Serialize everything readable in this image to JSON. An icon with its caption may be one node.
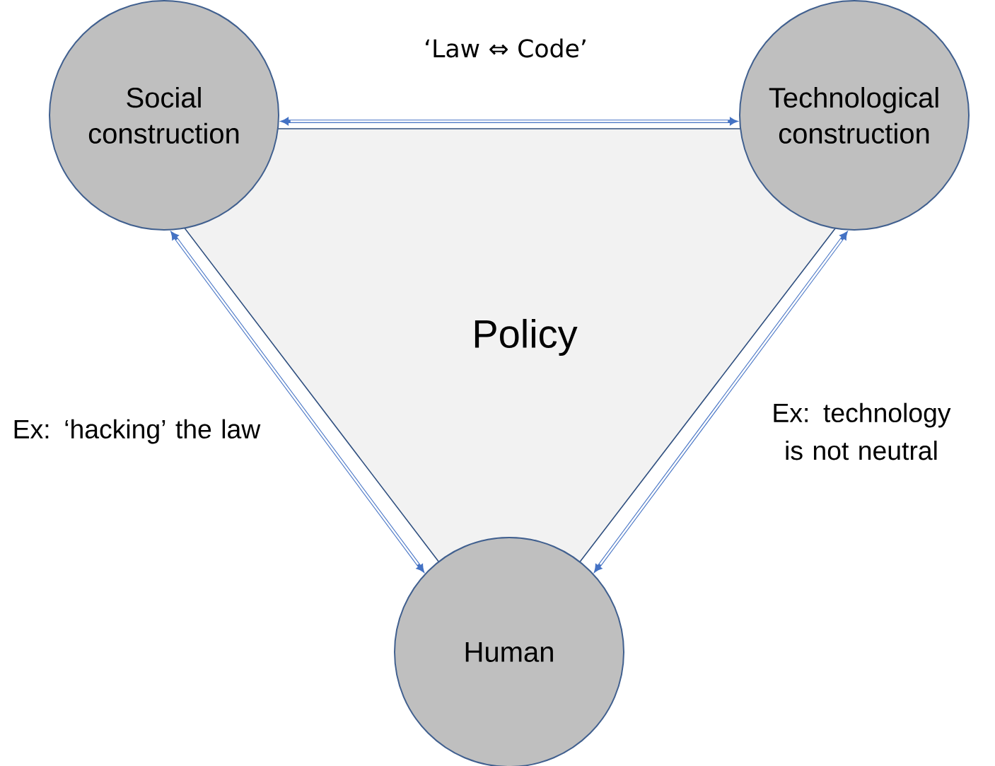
{
  "diagram": {
    "nodes": [
      {
        "text": [
          "Social construction"
        ]
      },
      {
        "text": [
          "Technological construction"
        ]
      },
      {
        "text": [
          "Human"
        ]
      },
      {
        "text": [
          "Policy"
        ]
      }
    ],
    "edges": [
      {
        "from": 0,
        "to": 1,
        "arrow": "both",
        "label": "‘Law ⇔ Code’"
      },
      {
        "from": 2,
        "to": 0,
        "arrow": "both",
        "label": "Ex: ‘hacking’ the law"
      },
      {
        "from": 1,
        "to": 2,
        "arrow": "both",
        "label": "Ex: technology is not neutral"
      }
    ]
  }
}
